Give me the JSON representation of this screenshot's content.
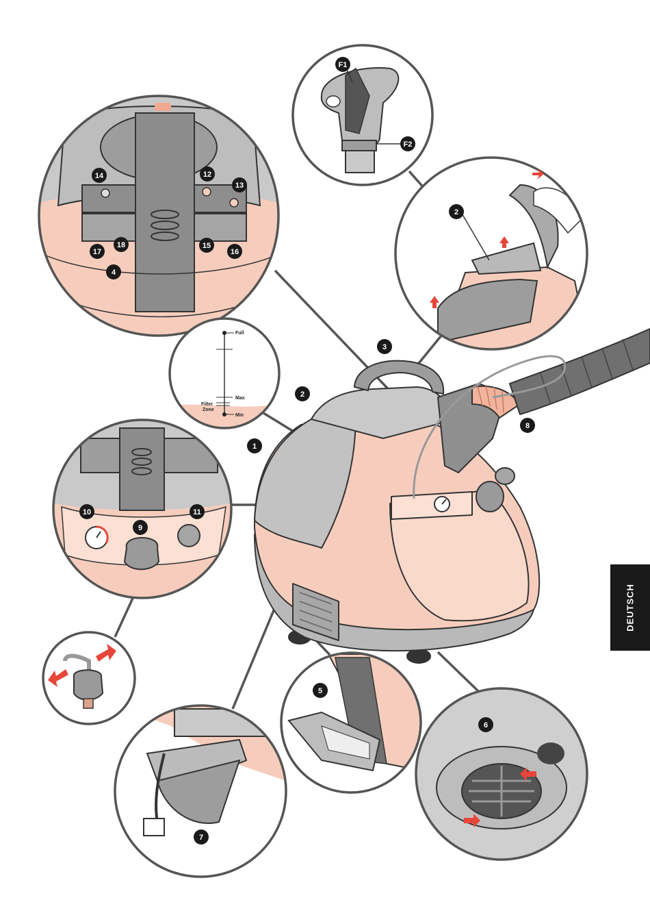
{
  "side_tab": {
    "label": "DEUTSCH"
  },
  "callouts": {
    "c1": "1",
    "c2": "2",
    "c2b": "2",
    "c3": "3",
    "c4": "4",
    "c5": "5",
    "c6": "6",
    "c7": "7",
    "c8": "8",
    "c9": "9",
    "c10": "10",
    "c11": "11",
    "c12": "12",
    "c13": "13",
    "c14": "14",
    "c15": "15",
    "c16": "16",
    "c17": "17",
    "c18": "18",
    "f1": "F1",
    "f2": "F2"
  },
  "water_scale": {
    "full": "Full",
    "max": "Max",
    "filter_zone_line1": "Filter",
    "filter_zone_line2": "Zone",
    "min": "Min"
  },
  "colors": {
    "peach": "#f6cdbd",
    "gray": "#b9b9b9",
    "dark_gray": "#8c8c8c",
    "outline": "#333333",
    "arrow_red": "#e8463a",
    "badge": "#1a1a1a"
  }
}
